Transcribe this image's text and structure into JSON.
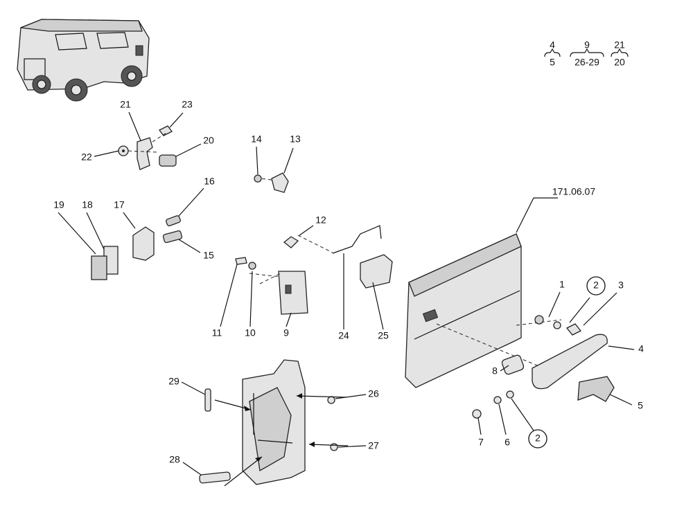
{
  "diagram": {
    "reference": "171.06.07",
    "legend": [
      {
        "top": "4",
        "bottom": "5"
      },
      {
        "top": "9",
        "bottom": "26-29"
      },
      {
        "top": "21",
        "bottom": "20"
      }
    ],
    "callouts": [
      "1",
      "2",
      "3",
      "4",
      "5",
      "6",
      "7",
      "8",
      "9",
      "10",
      "11",
      "12",
      "13",
      "14",
      "15",
      "16",
      "17",
      "18",
      "19",
      "20",
      "21",
      "22",
      "23",
      "24",
      "25",
      "26",
      "27",
      "28",
      "29"
    ],
    "circled": [
      "2",
      "2"
    ]
  }
}
